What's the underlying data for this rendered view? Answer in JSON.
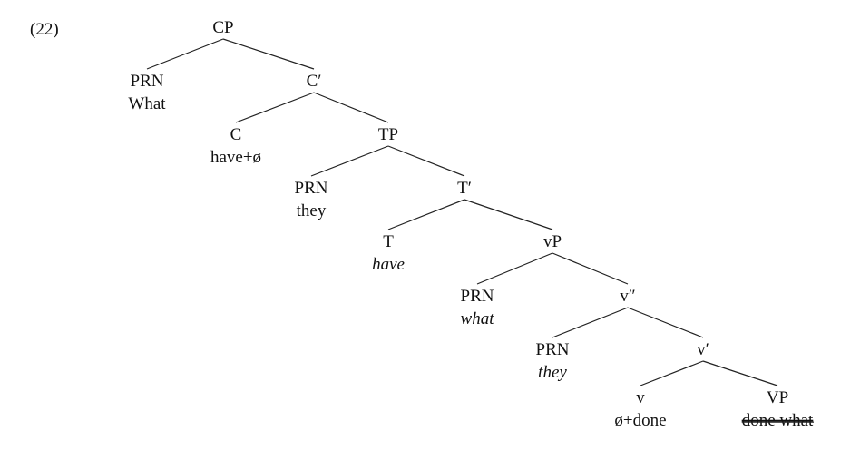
{
  "example_number": "(22)",
  "tree": {
    "nodes": [
      {
        "id": "cp",
        "label": "CP"
      },
      {
        "id": "prn1",
        "label": "PRN",
        "word": "What"
      },
      {
        "id": "cbar",
        "label": "C′"
      },
      {
        "id": "c",
        "label": "C",
        "word": "have+ø"
      },
      {
        "id": "tp",
        "label": "TP"
      },
      {
        "id": "prn2",
        "label": "PRN",
        "word": "they"
      },
      {
        "id": "tbar",
        "label": "T′"
      },
      {
        "id": "t",
        "label": "T",
        "word": "have",
        "word_style": "italic"
      },
      {
        "id": "vp_small",
        "label": "vP"
      },
      {
        "id": "prn3",
        "label": "PRN",
        "word": "what",
        "word_style": "italic"
      },
      {
        "id": "vdbar",
        "label": "v″"
      },
      {
        "id": "prn4",
        "label": "PRN",
        "word": "they",
        "word_style": "italic"
      },
      {
        "id": "vbar",
        "label": "v′"
      },
      {
        "id": "v",
        "label": "v",
        "word": "ø+done"
      },
      {
        "id": "vp_big",
        "label": "VP",
        "word": "done what",
        "word_style": "strikethrough"
      }
    ],
    "edges": [
      [
        "cp",
        "prn1"
      ],
      [
        "cp",
        "cbar"
      ],
      [
        "cbar",
        "c"
      ],
      [
        "cbar",
        "tp"
      ],
      [
        "tp",
        "prn2"
      ],
      [
        "tp",
        "tbar"
      ],
      [
        "tbar",
        "t"
      ],
      [
        "tbar",
        "vp_small"
      ],
      [
        "vp_small",
        "prn3"
      ],
      [
        "vp_small",
        "vdbar"
      ],
      [
        "vdbar",
        "prn4"
      ],
      [
        "vdbar",
        "vbar"
      ],
      [
        "vbar",
        "v"
      ],
      [
        "vbar",
        "vp_big"
      ]
    ]
  }
}
